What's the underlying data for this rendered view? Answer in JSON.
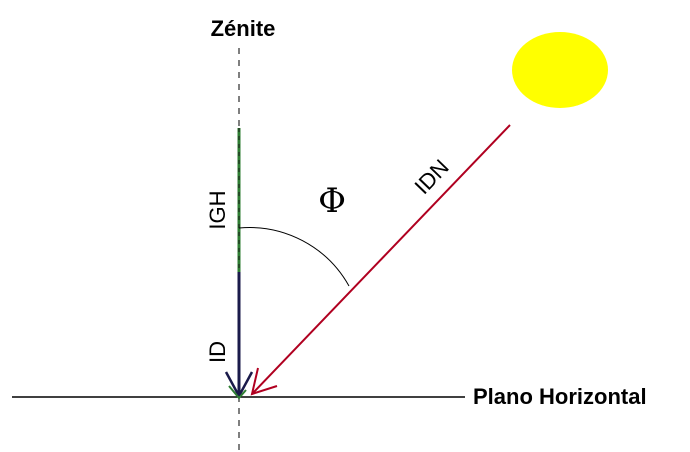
{
  "labels": {
    "zenith": "Zénite",
    "horizontal_plane": "Plano Horizontal",
    "igh": "IGH",
    "id": "ID",
    "idn": "IDN",
    "angle": "Φ"
  },
  "icons": {
    "sun": "sun-icon"
  },
  "colors": {
    "sun": "#ffff00",
    "igh_line": "#2e7d32",
    "id_line": "#1a1a4a",
    "idn_arrow": "#b00020",
    "axis": "#000000"
  }
}
